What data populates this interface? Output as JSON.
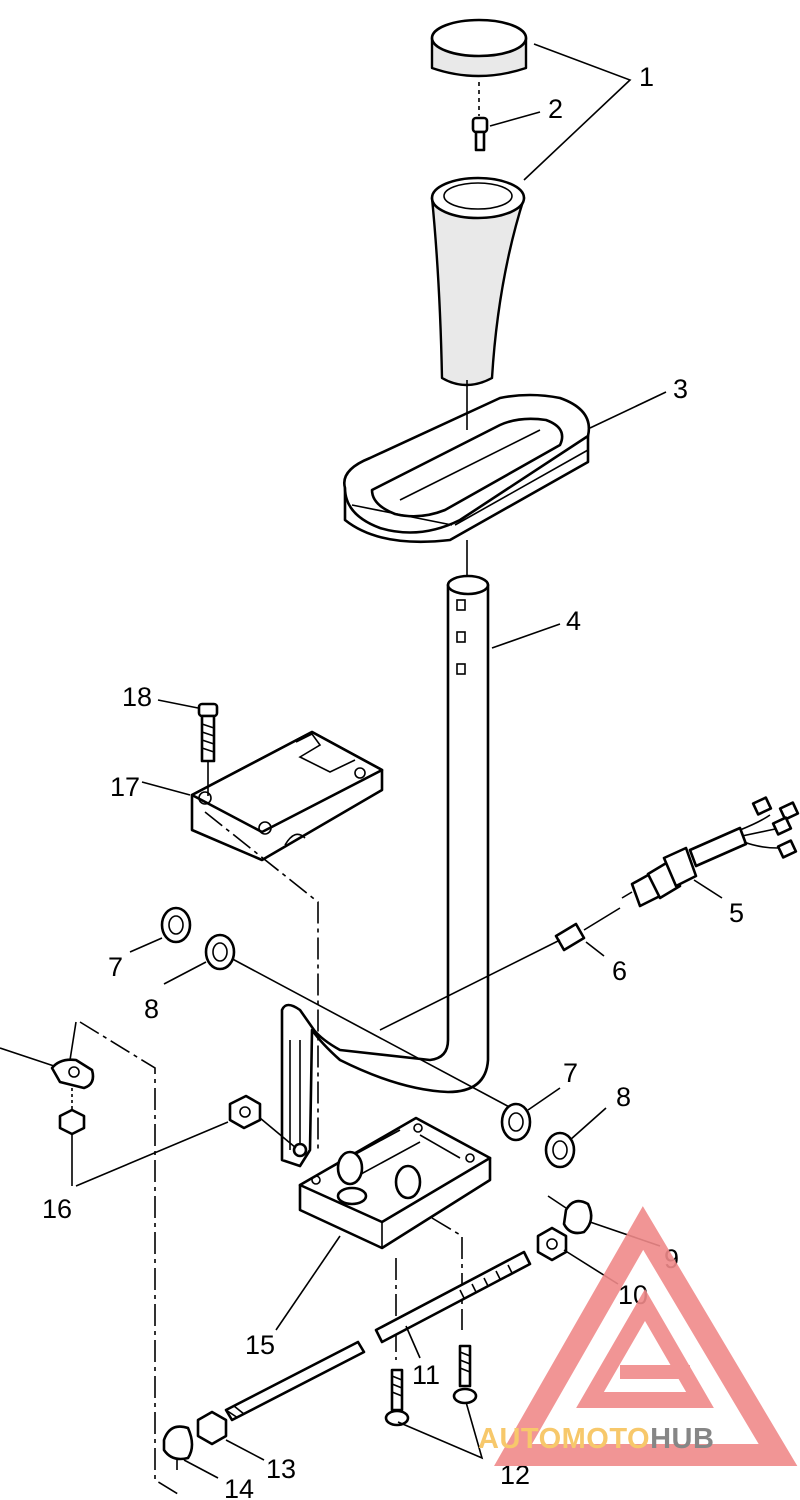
{
  "diagram": {
    "type": "exploded-parts-diagram",
    "callouts": [
      "1",
      "2",
      "3",
      "4",
      "5",
      "6",
      "7",
      "8",
      "7",
      "8",
      "9",
      "10",
      "11",
      "12",
      "13",
      "14",
      "15",
      "16",
      "17",
      "18"
    ]
  },
  "watermark": {
    "prefix": "AUTOMOTO",
    "suffix": "HUB",
    "colors": {
      "logo": "#f08a8a",
      "prefix": "#f7c35b",
      "suffix": "#7a7a7a"
    }
  }
}
